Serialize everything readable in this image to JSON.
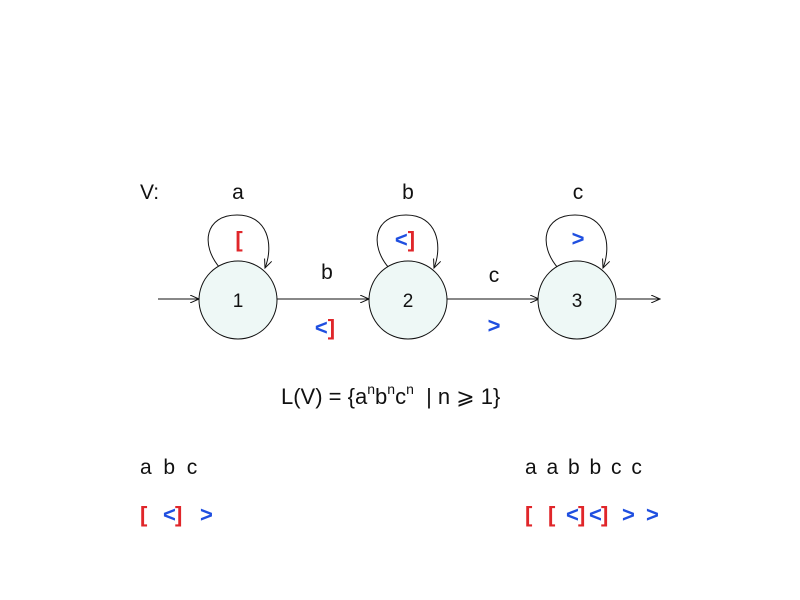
{
  "automaton": {
    "name": "V:",
    "states": [
      {
        "label": "1",
        "loop_symbol": "a",
        "loop_mark": "[",
        "loop_mark_colors": [
          "#e0262a"
        ]
      },
      {
        "label": "2",
        "loop_symbol": "b",
        "loop_mark": "<]",
        "loop_mark_colors": [
          "#1f4fe0",
          "#e0262a"
        ]
      },
      {
        "label": "3",
        "loop_symbol": "c",
        "loop_mark": ">",
        "loop_mark_colors": [
          "#1f4fe0"
        ]
      }
    ],
    "transitions": [
      {
        "from": "1",
        "to": "2",
        "symbol": "b",
        "mark": "<]"
      },
      {
        "from": "2",
        "to": "3",
        "symbol": "c",
        "mark": ">"
      }
    ]
  },
  "language": {
    "prefix": "L(V) = {a",
    "sup1": "n",
    "b": "b",
    "sup2": "n",
    "c": "c",
    "sup3": "n",
    "suffix": "  | n ⩾ 1}"
  },
  "examples": [
    {
      "word": "a  b  c",
      "marks": [
        {
          "text": "[",
          "color": "#e0262a"
        },
        {
          "text": "<",
          "color": "#1f4fe0"
        },
        {
          "text": "]",
          "color": "#e0262a"
        },
        {
          "text": ">",
          "color": "#1f4fe0"
        }
      ]
    },
    {
      "word": "a a b b c c",
      "marks": [
        {
          "text": "[",
          "color": "#e0262a"
        },
        {
          "text": "[",
          "color": "#e0262a"
        },
        {
          "text": "<",
          "color": "#1f4fe0"
        },
        {
          "text": "]",
          "color": "#e0262a"
        },
        {
          "text": "<",
          "color": "#1f4fe0"
        },
        {
          "text": "]",
          "color": "#e0262a"
        },
        {
          "text": ">",
          "color": "#1f4fe0"
        },
        {
          "text": ">",
          "color": "#1f4fe0"
        }
      ]
    }
  ],
  "colors": {
    "red": "#e0262a",
    "blue": "#1f4fe0",
    "state_fill": "#eef8f6"
  }
}
